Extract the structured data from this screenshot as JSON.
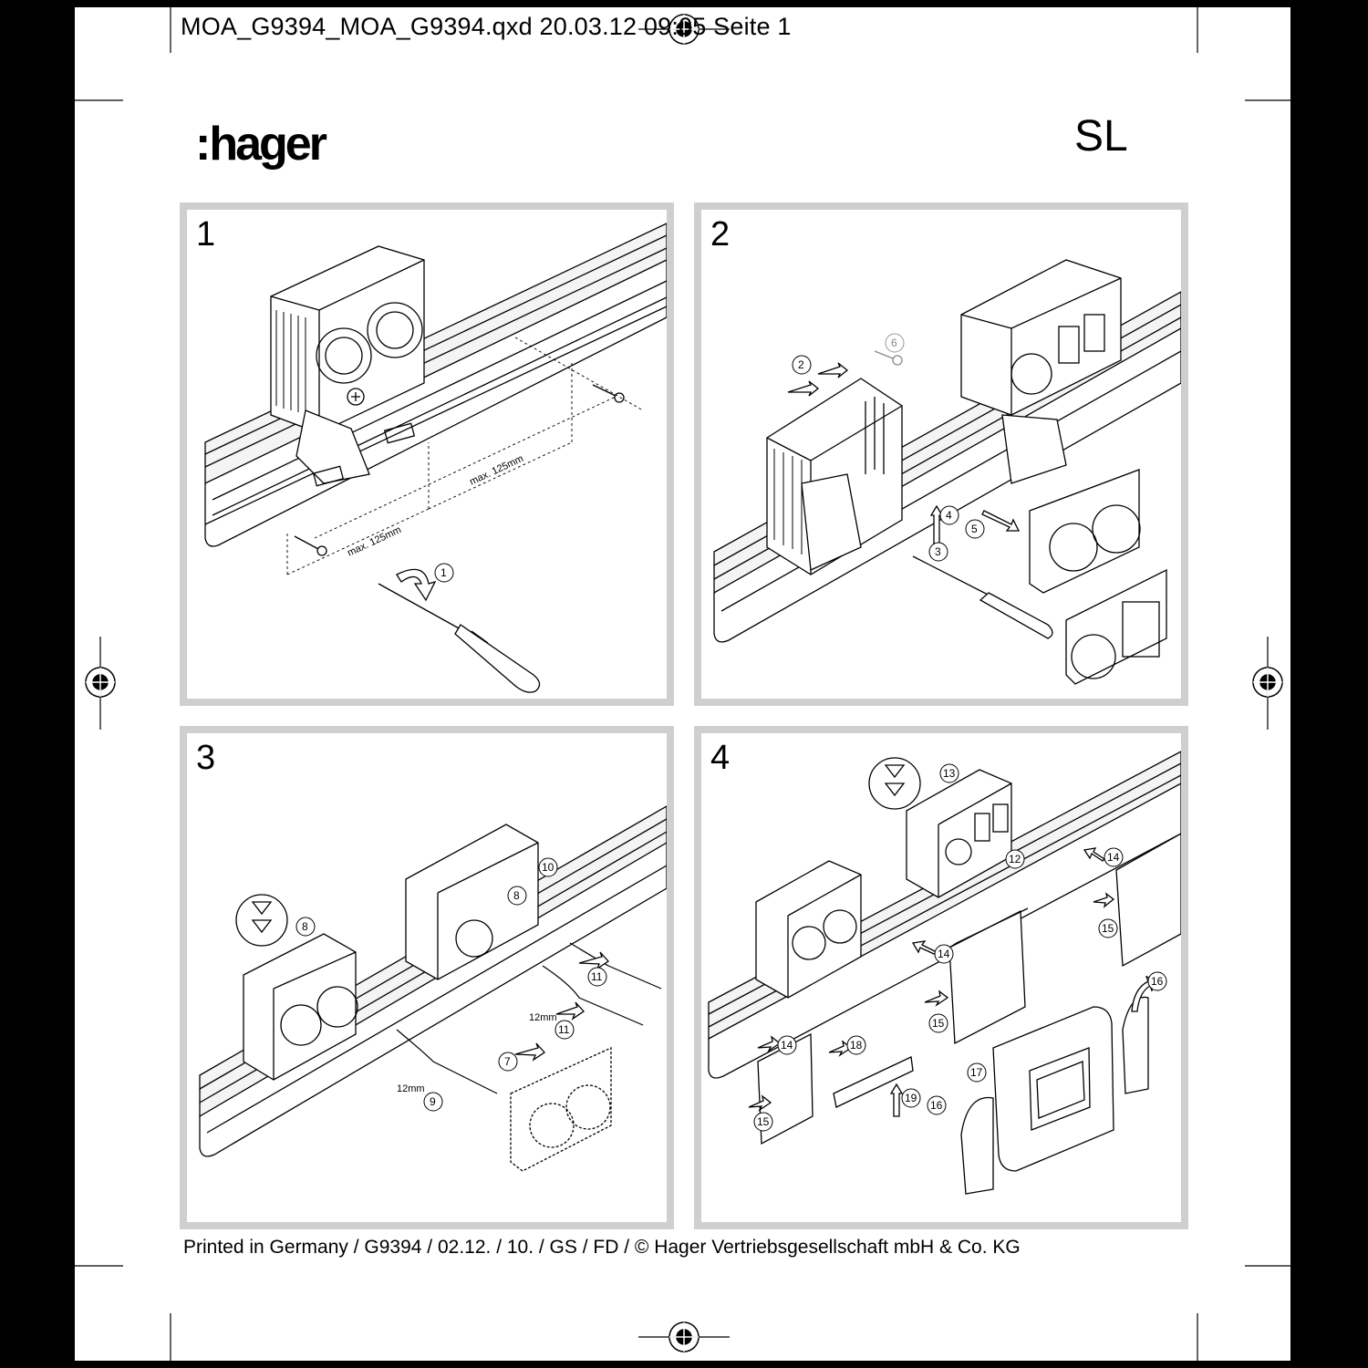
{
  "slug_line": "MOA_G9394_MOA_G9394.qxd  20.03.12  09:05  Seite 1",
  "brand": {
    "logo_text": "hager",
    "logo_prefix": ":"
  },
  "model": "SL",
  "steps": [
    {
      "number": "1",
      "labels": {
        "dim_a": "max. 125mm",
        "dim_b": "max. 125mm",
        "c1": "1"
      }
    },
    {
      "number": "2",
      "labels": {
        "c2": "2",
        "c3": "3",
        "c4": "4",
        "c5": "5",
        "c6": "6"
      }
    },
    {
      "number": "3",
      "labels": {
        "c7": "7",
        "c8a": "8",
        "c8b": "8",
        "c9": "9",
        "c10": "10",
        "c11a": "11",
        "c11b": "11",
        "m1": "12mm",
        "m2": "12mm"
      }
    },
    {
      "number": "4",
      "labels": {
        "c12": "12",
        "c13": "13",
        "c14a": "14",
        "c14b": "14",
        "c14c": "14",
        "c15a": "15",
        "c15b": "15",
        "c15c": "15",
        "c16a": "16",
        "c16b": "16",
        "c17": "17",
        "c18": "18",
        "c19": "19"
      }
    }
  ],
  "footer": "Printed in Germany / G9394 / 02.12. / 10. / GS / FD / © Hager Vertriebsgesellschaft mbH & Co. KG"
}
